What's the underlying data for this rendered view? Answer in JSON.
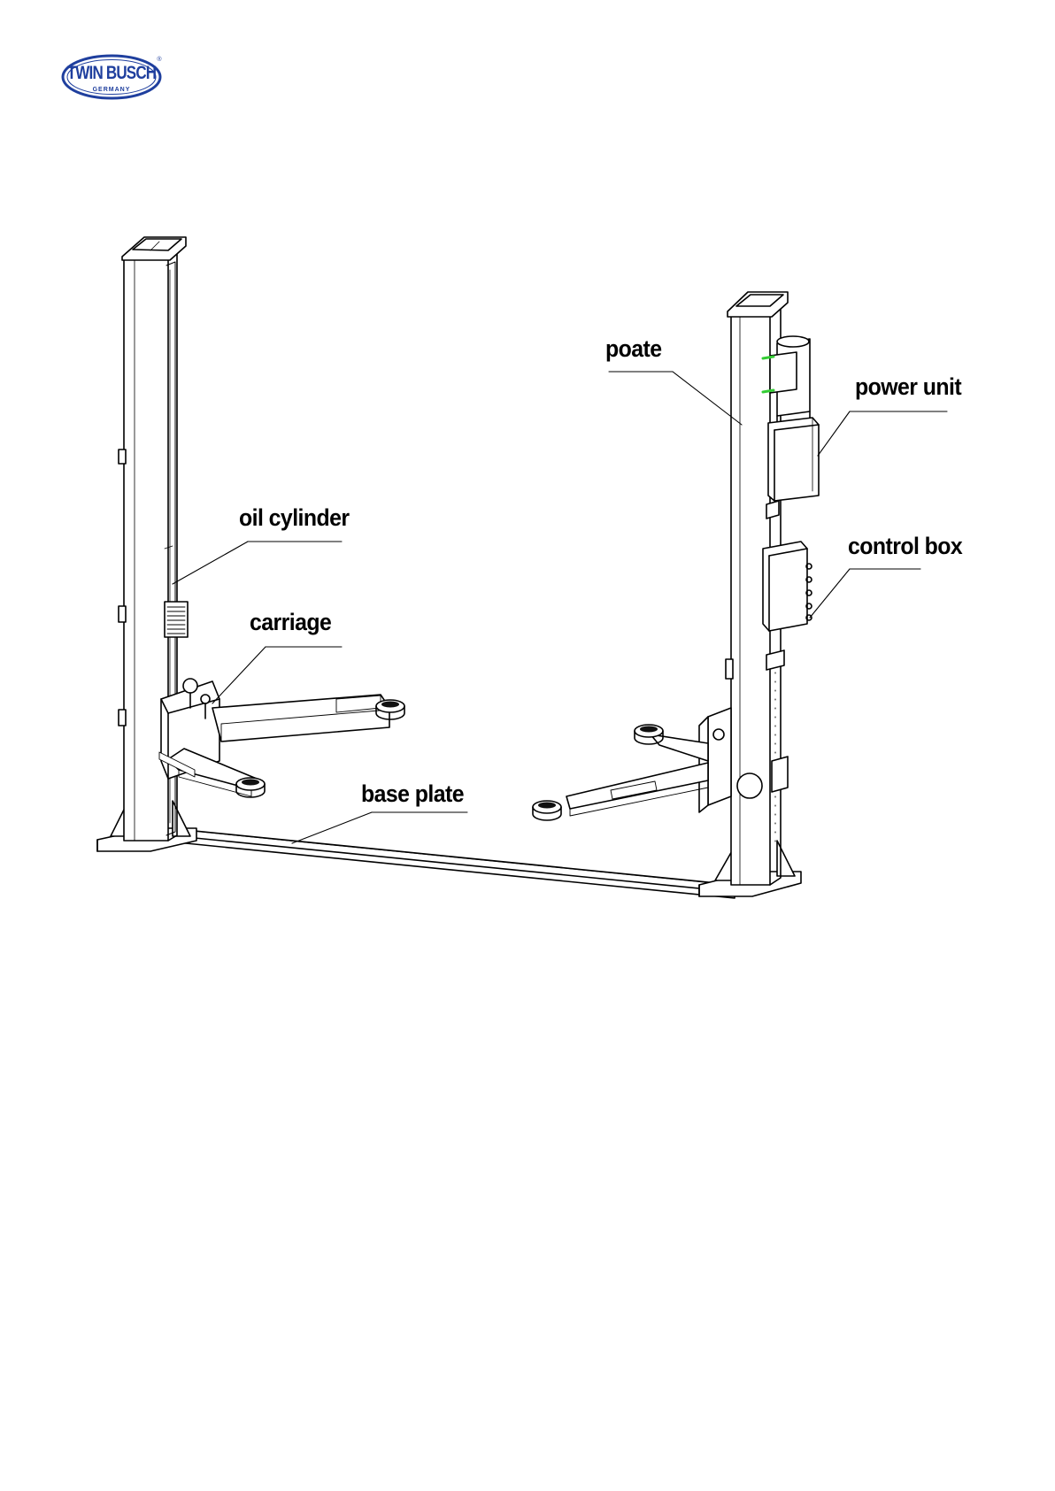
{
  "brand": {
    "name": "TWIN BUSCH",
    "registered": "®",
    "subtitle": "GERMANY",
    "color": "#1f3f9e"
  },
  "labels": {
    "poate": "poate",
    "power_unit": "power unit",
    "oil_cylinder": "oil cylinder",
    "control_box": "control box",
    "carriage": "carriage",
    "base_plate": "base plate"
  }
}
